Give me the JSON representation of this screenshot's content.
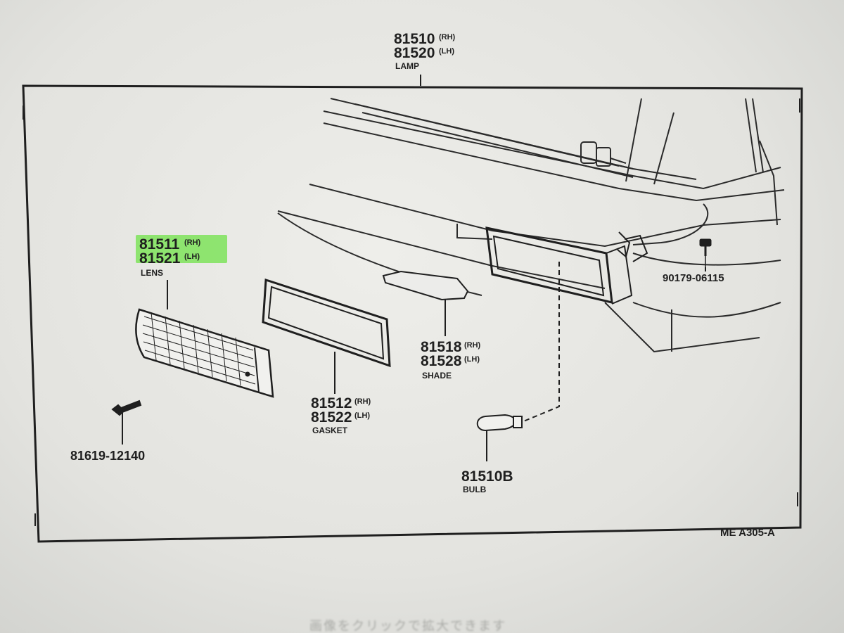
{
  "diagram": {
    "lamp": {
      "rh": "81510",
      "rh_side": "(RH)",
      "lh": "81520",
      "lh_side": "(LH)",
      "name": "LAMP"
    },
    "lens": {
      "rh": "81511",
      "rh_side": "(RH)",
      "lh": "81521",
      "lh_side": "(LH)",
      "name": "LENS",
      "highlight_color": "#7ee35a"
    },
    "gasket": {
      "rh": "81512",
      "rh_side": "(RH)",
      "lh": "81522",
      "lh_side": "(LH)",
      "name": "GASKET"
    },
    "shade": {
      "rh": "81518",
      "rh_side": "(RH)",
      "lh": "81528",
      "lh_side": "(LH)",
      "name": "SHADE"
    },
    "bulb": {
      "part": "81510B",
      "name": "BULB"
    },
    "screw": {
      "part": "81619-12140"
    },
    "clip": {
      "part": "90179-06115"
    },
    "figure_code": "ME A305-A"
  },
  "footer": {
    "caption": "画像をクリックで拡大できます"
  },
  "colors": {
    "ink": "#1f1f1f",
    "paper": "#ecece8",
    "highlight": "#7ee35a"
  }
}
